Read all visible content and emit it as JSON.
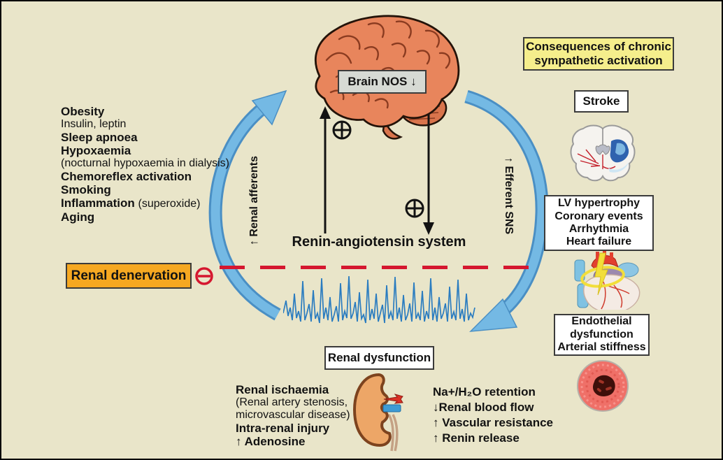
{
  "figure": {
    "background": "#e9e5c9",
    "border_color": "#000000"
  },
  "colors": {
    "arrow_blue": "#74b9e4",
    "arrow_blue_dark": "#4a8fc4",
    "dashed_red": "#d5172f",
    "orange_box": "#f6a821",
    "yellow_box": "#f5ee8c",
    "gray_box": "#d6dad4",
    "white_box": "#ffffff",
    "waveform_blue": "#2a7cc0"
  },
  "risk_factors": {
    "obesity": "Obesity",
    "obesity_sub": "Insulin, leptin",
    "sleep_apnoea": "Sleep apnoea",
    "hypoxaemia": "Hypoxaemia",
    "hypoxaemia_sub": "(nocturnal hypoxaemia in dialysis)",
    "chemoreflex": "Chemoreflex activation",
    "smoking": "Smoking",
    "inflammation": "Inflammation",
    "inflammation_note": "(superoxide)",
    "aging": "Aging"
  },
  "central": {
    "brain_nos": "Brain NOS ↓",
    "ras": "Renin-angiotensin system",
    "renal_afferents": "↑ Renal afferents",
    "efferent_sns": "↑ Efferent SNS",
    "renal_dysfunction": "Renal dysfunction",
    "plus_sign": "⊕",
    "minus_sign": "⊖"
  },
  "renal_denervation": {
    "label": "Renal denervation"
  },
  "renal_pathology": {
    "ischaemia": "Renal ischaemia",
    "ischaemia_note1": "(Renal artery stenosis,",
    "ischaemia_note2": "microvascular disease)",
    "injury": "Intra-renal injury",
    "adenosine": "↑ Adenosine"
  },
  "renal_effects": {
    "line1": "Na+/H₂O retention",
    "line2": "↓Renal blood flow",
    "line3": "↑ Vascular resistance",
    "line4": "↑ Renin release"
  },
  "consequences": {
    "title_line1": "Consequences of chronic",
    "title_line2": "sympathetic activation",
    "stroke": "Stroke",
    "cardiac_line1": "LV hypertrophy",
    "cardiac_line2": "Coronary events",
    "cardiac_line3": "Arrhythmia",
    "cardiac_line4": "Heart failure",
    "vascular_line1": "Endothelial",
    "vascular_line2": "dysfunction",
    "vascular_line3": "Arterial stiffness"
  },
  "icons": {
    "brain": "lateral-brain-illustration",
    "stroke_brain": "coronal-brain-stroke-illustration",
    "heart": "heart-conduction-illustration",
    "kidney": "kidney-illustration",
    "artery": "artery-cross-section-illustration",
    "plus": "circled-plus",
    "minus": "circled-minus"
  }
}
